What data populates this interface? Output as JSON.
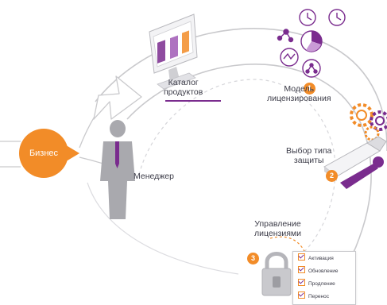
{
  "hub": {
    "label": "Бизнес"
  },
  "manager": {
    "label": "Менеджер"
  },
  "catalog": {
    "label": "Каталог\nпродуктов"
  },
  "steps": [
    {
      "num": "1",
      "label": "Модель\nлицензирования"
    },
    {
      "num": "2",
      "label": "Выбор типа\nзащиты"
    },
    {
      "num": "3",
      "label": "Управление\nлицензиями"
    }
  ],
  "checklist": [
    "Активация",
    "Обновление",
    "Продление",
    "Перенос"
  ],
  "colors": {
    "accent": "#f28c28",
    "purple": "#7a2c8e",
    "arc": "#c9c9cc"
  },
  "icons": [
    "monitor-icon",
    "usb-key-icon",
    "gears-icon",
    "padlock-icon",
    "manager-figure-icon",
    "license-model-icons"
  ]
}
